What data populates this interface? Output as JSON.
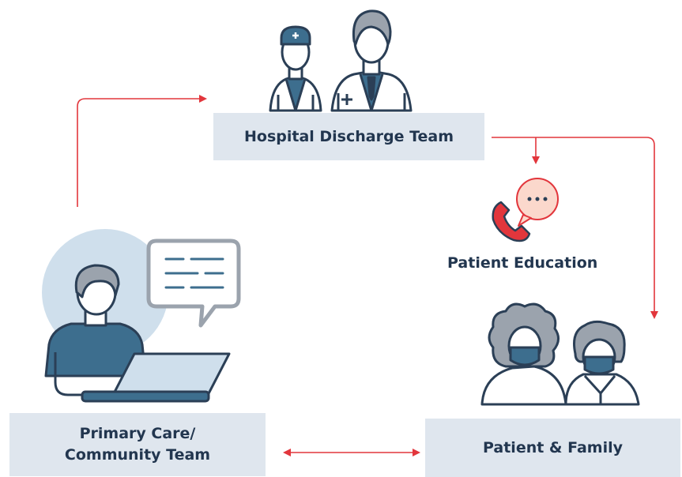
{
  "nodes": {
    "hospital_discharge_team": "Hospital Discharge Team",
    "patient_education": "Patient Education",
    "primary_care_line1": "Primary Care/",
    "primary_care_line2": "Community Team",
    "patient_family": "Patient & Family"
  },
  "colors": {
    "arrow": "#e2363c",
    "box": "#dfe6ee",
    "navy": "#2b3f56",
    "slate": "#3d6e8e",
    "lightblue": "#cfdfec",
    "gray": "#9ba3ad",
    "bubble_peach": "#fbd8cc"
  },
  "icons": [
    "doctor-nurse-icon",
    "phone-chat-icon",
    "person-laptop-chat-icon",
    "masked-people-icon"
  ]
}
